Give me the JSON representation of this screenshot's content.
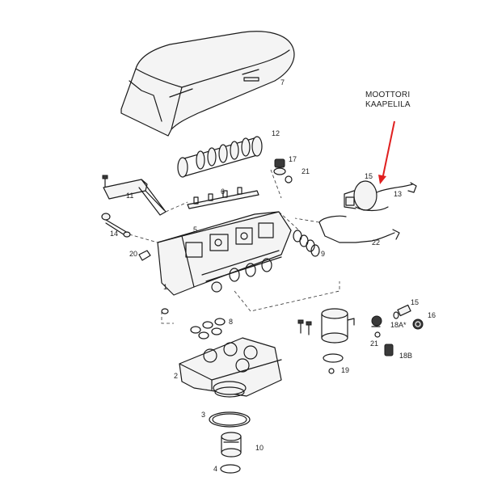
{
  "annotation": {
    "line1": "MOOTTORI",
    "line2": "KAAPELILA",
    "arrow_color": "#e02020"
  },
  "labels": {
    "p1": "1",
    "p2": "2",
    "p3": "3",
    "p4": "4",
    "p5": "5",
    "p6": "6",
    "p7": "7",
    "p8": "8",
    "p9": "9",
    "p10": "10",
    "p11": "11",
    "p12": "12",
    "p13": "13",
    "p14": "14",
    "p15": "15",
    "p15b": "15",
    "p16": "16",
    "p17": "17",
    "p18a": "18A*",
    "p18b": "18B",
    "p19": "19",
    "p20": "20",
    "p21a": "21",
    "p21b": "21",
    "p22": "22"
  }
}
